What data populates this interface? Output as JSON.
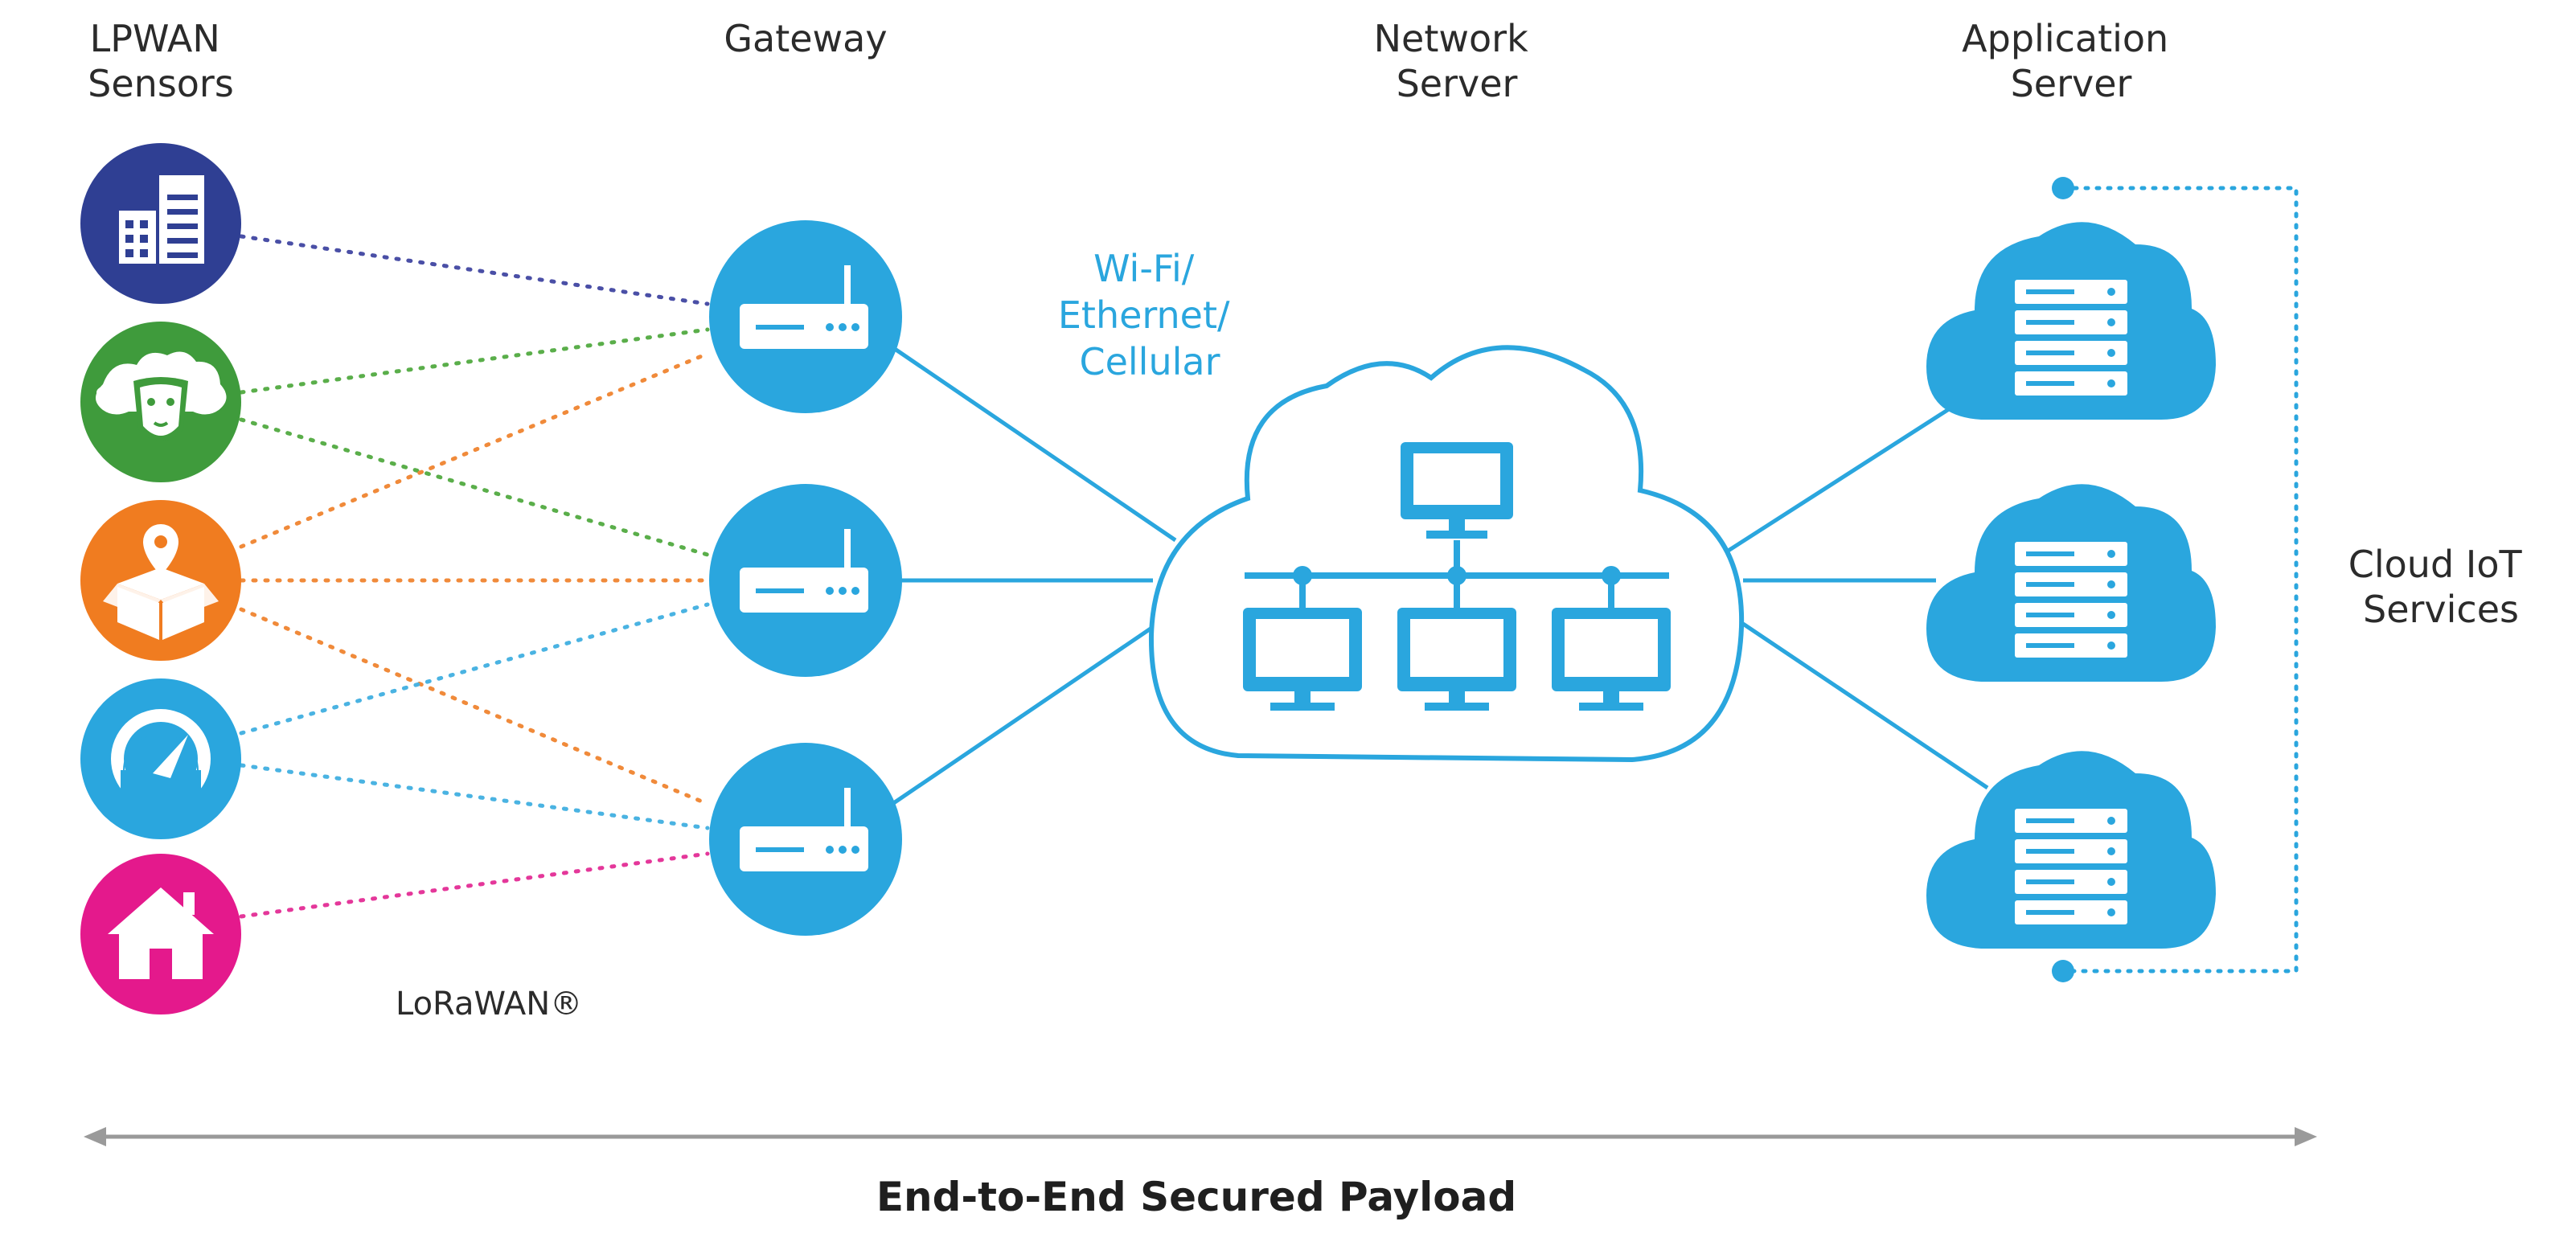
{
  "columns": {
    "sensors": [
      "LPWAN",
      "Sensors"
    ],
    "gateway": [
      "Gateway"
    ],
    "network_server": [
      "Network",
      "Server"
    ],
    "application_server": [
      "Application",
      "Server"
    ]
  },
  "link_label": [
    "Wi-Fi/",
    "Ethernet/",
    "Cellular"
  ],
  "protocol_label": "LoRaWAN®",
  "cloud_services": [
    "Cloud IoT",
    "Services"
  ],
  "payload_label": "End-to-End Secured Payload",
  "sensors": [
    {
      "icon": "building-icon",
      "color": "#2f3f93",
      "line_color": "#4a4fa6"
    },
    {
      "icon": "sheep-icon",
      "color": "#3f9b3c",
      "line_color": "#5aae4a"
    },
    {
      "icon": "package-location-icon",
      "color": "#f07c20",
      "line_color": "#f08a3a"
    },
    {
      "icon": "gauge-icon",
      "color": "#2aa6de",
      "line_color": "#4ab3e2"
    },
    {
      "icon": "home-icon",
      "color": "#e4198c",
      "line_color": "#e4379a"
    }
  ],
  "colors": {
    "primary_blue": "#2aa6de",
    "text_dark": "#2b2b2b",
    "arrow_gray": "#9a9a9a"
  }
}
